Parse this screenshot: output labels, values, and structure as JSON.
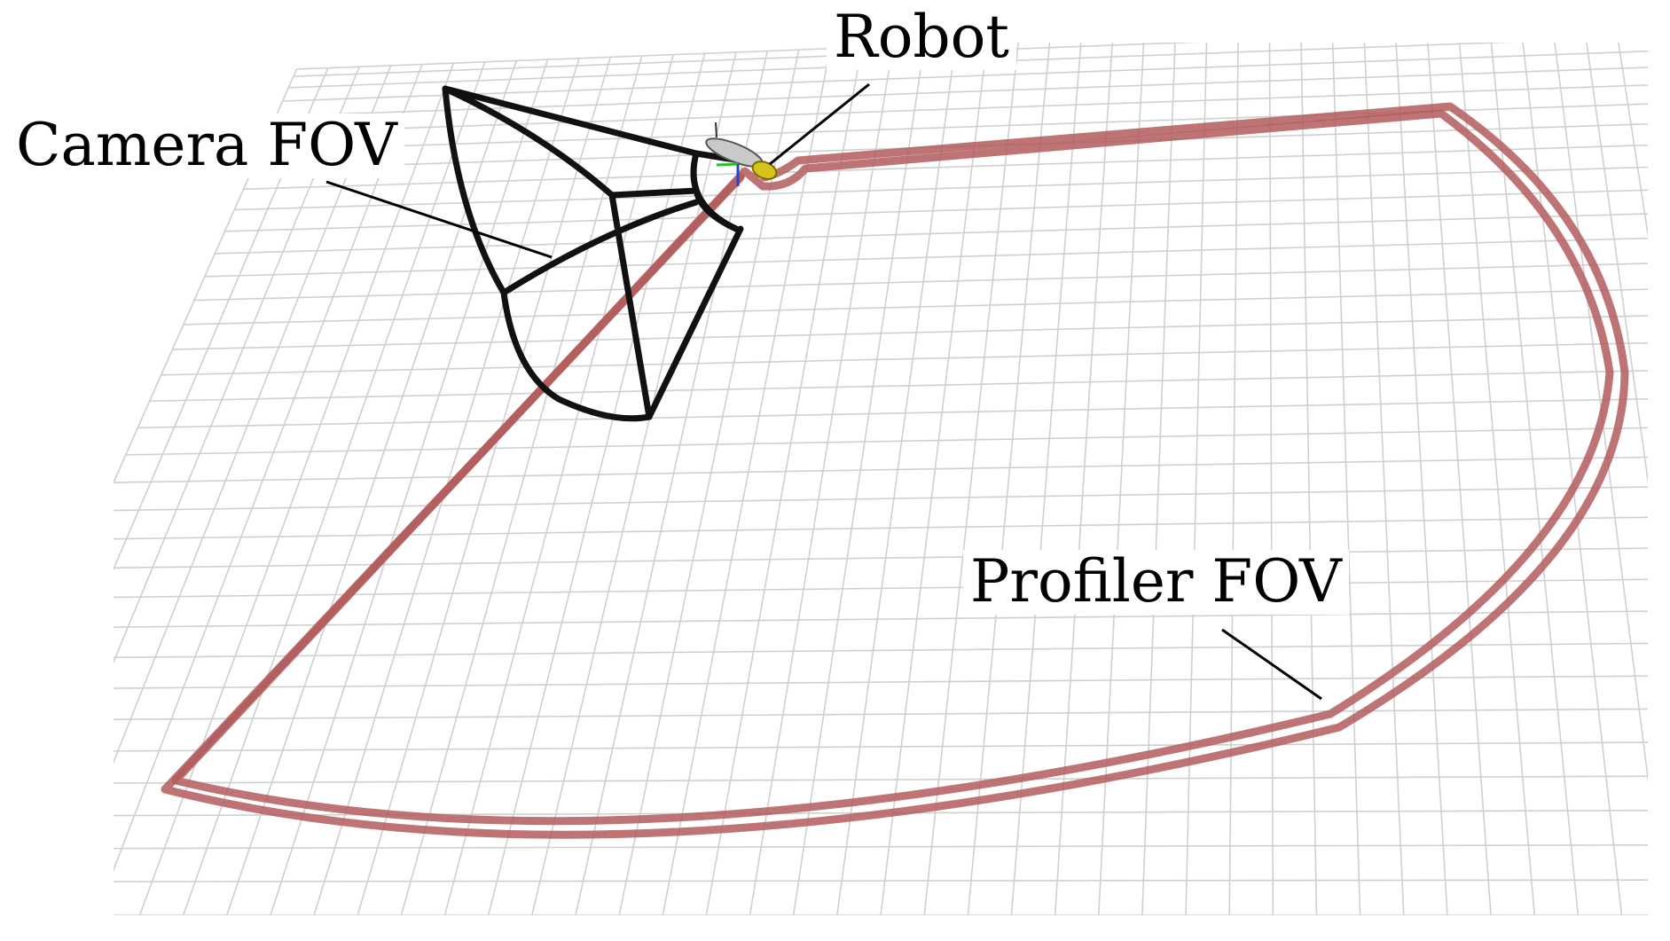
{
  "labels": {
    "robot": "Robot",
    "camera_fov": "Camera FOV",
    "profiler_fov": "Profiler FOV"
  },
  "colors": {
    "grid": "#cfcfcf",
    "profiler_fov": "#b35c5c",
    "camera_fov": "#111111",
    "robot_body": "#c9c9c9",
    "robot_nose": "#d8c21e"
  }
}
